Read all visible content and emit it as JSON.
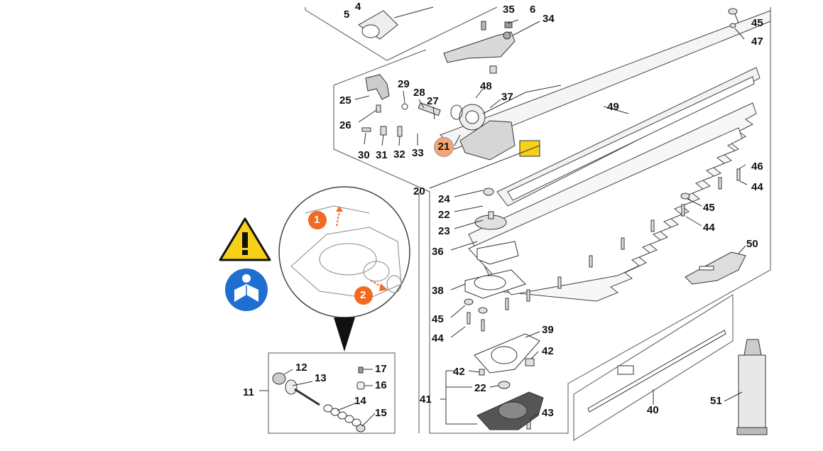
{
  "diagram": {
    "highlight_color": "#f4a574",
    "warning_color": "#f7d117",
    "manual_color": "#1f6fd1",
    "step_color": "#f26a21",
    "highlighted_part": "21",
    "labels": {
      "p4": "4",
      "p5": "5",
      "p35": "35",
      "p6": "6",
      "p34": "34",
      "p45a": "45",
      "p47": "47",
      "p25": "25",
      "p26": "26",
      "p29": "29",
      "p28": "28",
      "p27": "27",
      "p48": "48",
      "p37": "37",
      "p49": "49",
      "p21": "21",
      "p30": "30",
      "p31": "31",
      "p32": "32",
      "p33": "33",
      "p20": "20",
      "p24": "24",
      "p22a": "22",
      "p23": "23",
      "p46": "46",
      "p44a": "44",
      "p45b": "45",
      "p44b": "44",
      "p36": "36",
      "p50": "50",
      "p38": "38",
      "p45c": "45",
      "p44c": "44",
      "p39": "39",
      "p42a": "42",
      "p42b": "42",
      "p22b": "22",
      "p41": "41",
      "p43": "43",
      "p40": "40",
      "p51": "51",
      "p11": "11",
      "p12": "12",
      "p13": "13",
      "p14": "14",
      "p15": "15",
      "p16": "16",
      "p17": "17"
    },
    "steps": {
      "s1": "1",
      "s2": "2"
    },
    "icons": [
      "warning-triangle-icon",
      "read-manual-icon"
    ]
  }
}
